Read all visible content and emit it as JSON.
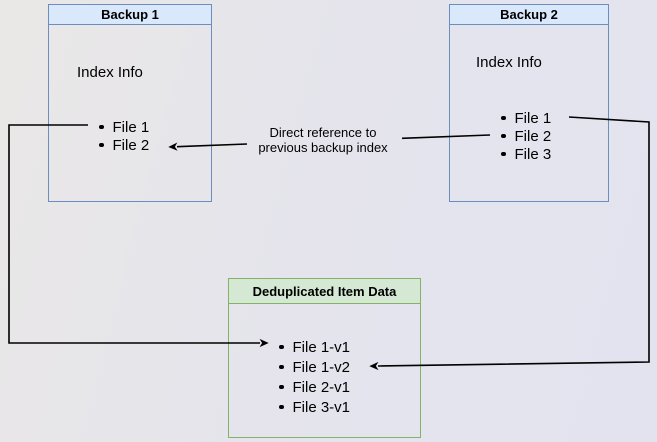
{
  "boxes": {
    "backup1": {
      "title": "Backup 1",
      "label": "Index Info",
      "items": [
        "File 1",
        "File 2"
      ]
    },
    "backup2": {
      "title": "Backup 2",
      "label": "Index Info",
      "items": [
        "File 1",
        "File 2",
        "File 3"
      ]
    },
    "dedup": {
      "title": "Deduplicated Item Data",
      "items": [
        "File 1-v1",
        "File 1-v2",
        "File 2-v1",
        "File 3-v1"
      ]
    }
  },
  "edges": {
    "direct_reference": {
      "label_line1": "Direct reference to",
      "label_line2": "previous backup index"
    }
  },
  "colors": {
    "blue_header_fill": "#dae8fc",
    "blue_border": "#6c8ebf",
    "green_header_fill": "#d5e8d4",
    "green_border": "#82b366",
    "connector": "#000000",
    "text": "#000000"
  }
}
